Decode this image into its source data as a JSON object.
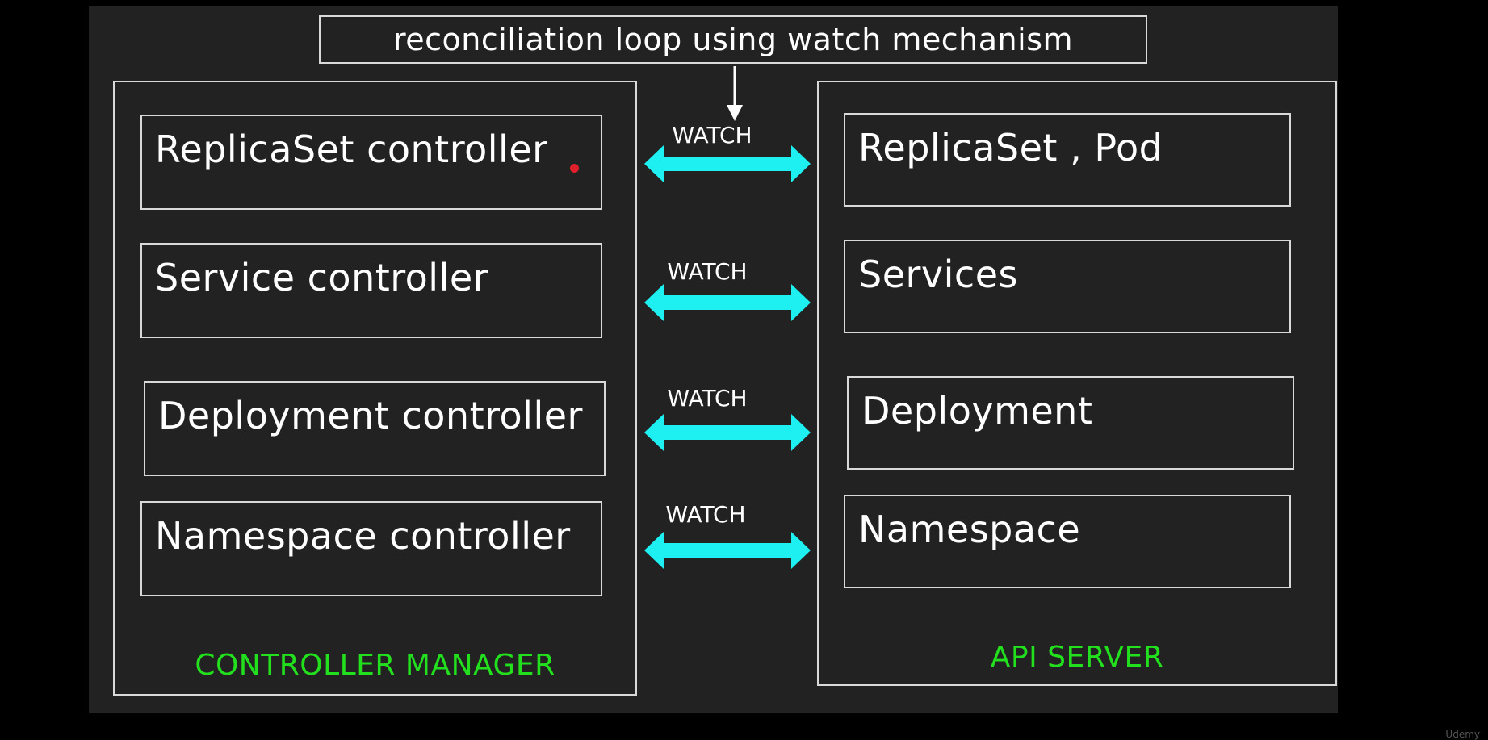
{
  "title": "reconciliation loop using watch mechanism",
  "controller_manager": {
    "label": "CONTROLLER MANAGER",
    "items": [
      "ReplicaSet controller",
      "Service controller",
      "Deployment controller",
      "Namespace controller"
    ]
  },
  "api_server": {
    "label": "API SERVER",
    "items": [
      "ReplicaSet , Pod",
      "Services",
      "Deployment",
      "Namespace"
    ]
  },
  "watch_labels": [
    "WATCH",
    "WATCH",
    "WATCH",
    "WATCH"
  ],
  "colors": {
    "arrow": "#1ef0f2",
    "group_label": "#22e01e",
    "background": "#222222"
  },
  "footer_mark": "Udemy"
}
